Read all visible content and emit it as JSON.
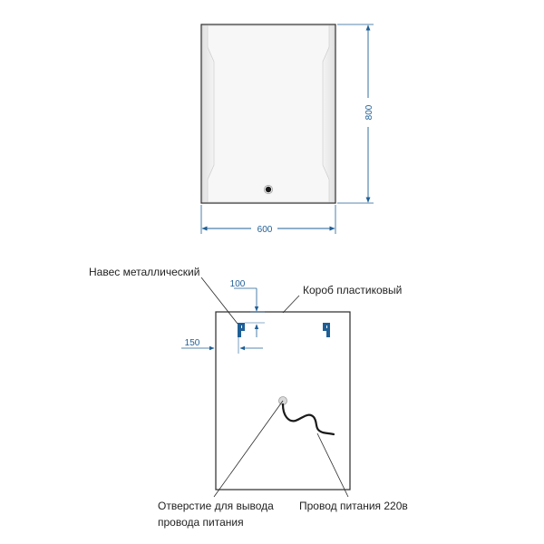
{
  "colors": {
    "dimension": "#1f5f95",
    "outline": "#2a2a2a",
    "label": "#222222",
    "mirror_edge": "#e6e6e6"
  },
  "front_view": {
    "width_label": "600",
    "height_label": "800"
  },
  "back_view": {
    "hanger_offset_top": "100",
    "hanger_offset_side": "150",
    "callouts": {
      "hanger": "Навес металлический",
      "box": "Короб пластиковый",
      "hole_line1": "Отверстие для вывода",
      "hole_line2": "провода питания",
      "cable": "Провод питания 220в"
    }
  }
}
